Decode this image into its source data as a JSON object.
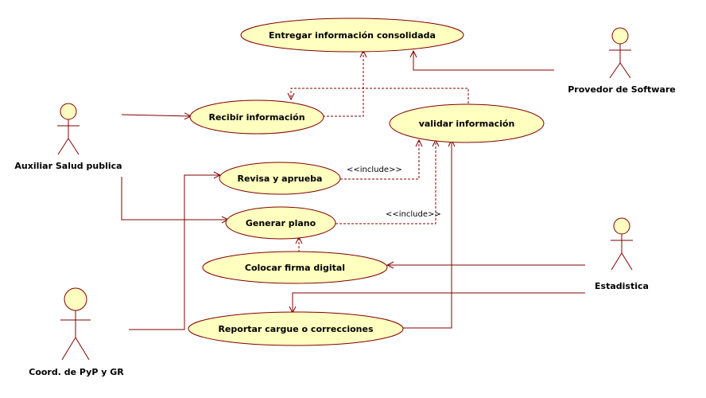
{
  "use_cases": {
    "entregar": "Entregar información consolidada",
    "recibir": "Recibir información",
    "validar": "validar información",
    "revisa": "Revisa y aprueba",
    "generar": "Generar plano",
    "colocar": "Colocar firma digital",
    "reportar": "Reportar cargue o correcciones"
  },
  "actors": {
    "auxiliar": "Auxiliar Salud publica",
    "proveedor": "Provedor de Software",
    "estadistica": "Estadistica",
    "coord": "Coord. de PyP y GR"
  },
  "stereotypes": {
    "include_revisa": "<<include>>",
    "include_generar": "<<include>>"
  },
  "colors": {
    "usecase_fill": "#ffffc0",
    "line": "#800000"
  }
}
